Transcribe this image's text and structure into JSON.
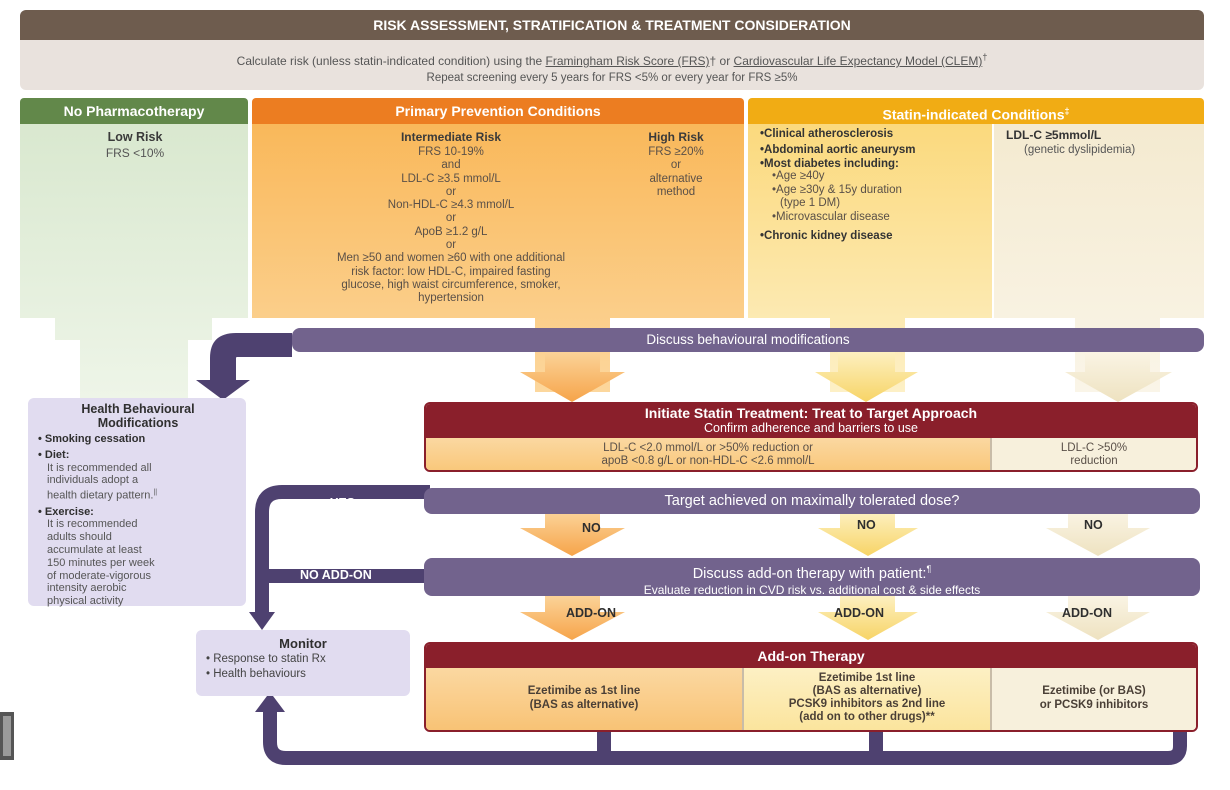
{
  "header": {
    "title": "RISK ASSESSMENT, STRATIFICATION & TREATMENT CONSIDERATION",
    "line1_pre": "Calculate risk (unless statin-indicated condition) using the ",
    "frs_link": "Framingham Risk Score (FRS)",
    "line1_mid": "† or ",
    "clem_link": "Cardiovascular Life Expectancy Model (CLEM)",
    "line1_post": "†",
    "line2": "Repeat screening every 5 years for FRS <5% or every year for FRS ≥5%"
  },
  "no_pharma": {
    "title": "No Pharmacotherapy",
    "risk_label": "Low Risk",
    "risk_value": "FRS <10%"
  },
  "primary": {
    "title": "Primary Prevention Conditions",
    "intermediate_label": "Intermediate Risk",
    "intermediate_lines": [
      "FRS 10-19%",
      "and",
      "LDL-C ≥3.5 mmol/L",
      "or",
      "Non-HDL-C ≥4.3 mmol/L",
      "or",
      "ApoB ≥1.2 g/L",
      "or",
      "Men ≥50 and women ≥60 with one additional",
      "risk factor: low HDL-C, impaired fasting",
      "glucose, high waist circumference, smoker,",
      "hypertension"
    ],
    "high_label": "High Risk",
    "high_lines": [
      "FRS ≥20%",
      "or",
      "alternative",
      "method"
    ]
  },
  "statin_indicated": {
    "title": "Statin-indicated Conditions",
    "title_mark": "‡",
    "item1": "Clinical atherosclerosis",
    "item2": "Abdominal aortic aneurysm",
    "item3": "Most diabetes including:",
    "sub1": "Age ≥40y",
    "sub2a": "Age ≥30y & 15y duration",
    "sub2b": "(type 1 DM)",
    "sub3": "Microvascular disease",
    "item4": "Chronic kidney disease",
    "ldl_label": "LDL-C ≥5mmol/L",
    "ldl_note": "(genetic dyslipidemia)"
  },
  "discuss_behavioural": "Discuss behavioural modifications",
  "health_behavioural": {
    "title_line1": "Health Behavioural",
    "title_line2": "Modifications",
    "smoking": "Smoking cessation",
    "diet_label": "Diet:",
    "diet_text": [
      "It is recommended all",
      "individuals adopt a",
      "health dietary pattern."
    ],
    "diet_mark": "||",
    "exercise_label": "Exercise:",
    "exercise_text": [
      "It is recommended",
      "adults should",
      "accumulate at least",
      "150 minutes per week",
      "of moderate-vigorous",
      "intensity aerobic",
      "physical activity"
    ]
  },
  "initiate": {
    "title": "Initiate Statin Treatment: Treat to Target Approach",
    "subtitle": "Confirm adherence and barriers to use",
    "target_left_1": "LDL-C <2.0 mmol/L or >50% reduction or",
    "target_left_2": "apoB <0.8 g/L or non-HDL-C <2.6 mmol/L",
    "target_right_1": "LDL-C >50%",
    "target_right_2": "reduction"
  },
  "target_question": "Target achieved on maximally tolerated dose?",
  "yes_label": "YES",
  "no_label": "NO",
  "add_on_discuss": {
    "title": "Discuss add-on therapy with patient:",
    "title_mark": "¶",
    "subtitle": "Evaluate reduction in CVD risk vs. additional cost & side effects"
  },
  "no_add_on_label": "NO ADD-ON",
  "add_on_label": "ADD-ON",
  "monitor": {
    "title": "Monitor",
    "item1": "Response to statin Rx",
    "item2": "Health behaviours"
  },
  "add_on_therapy": {
    "title": "Add-on Therapy",
    "col1_1": "Ezetimibe as 1st line",
    "col1_2": "(BAS as alternative)",
    "col2_1": "Ezetimibe 1st line",
    "col2_2": "(BAS as alternative)",
    "col2_3": "PCSK9 inhibitors as 2nd line",
    "col2_4": "(add on to other drugs)**",
    "col3_1": "Ezetimibe (or BAS)",
    "col3_2": "or PCSK9 inhibitors"
  },
  "colors": {
    "green_header": "#62884a",
    "green_fill": "#e3eedb",
    "orange_header": "#ec7d21",
    "orange_fill": "#f9bf6a",
    "gold_header": "#f1ac14",
    "gold_fill": "#fbe39c",
    "cream_fill": "#f4ecd4",
    "purple": "#72638d",
    "lavender": "#e1dcf0",
    "red": "#8a1f2b"
  }
}
